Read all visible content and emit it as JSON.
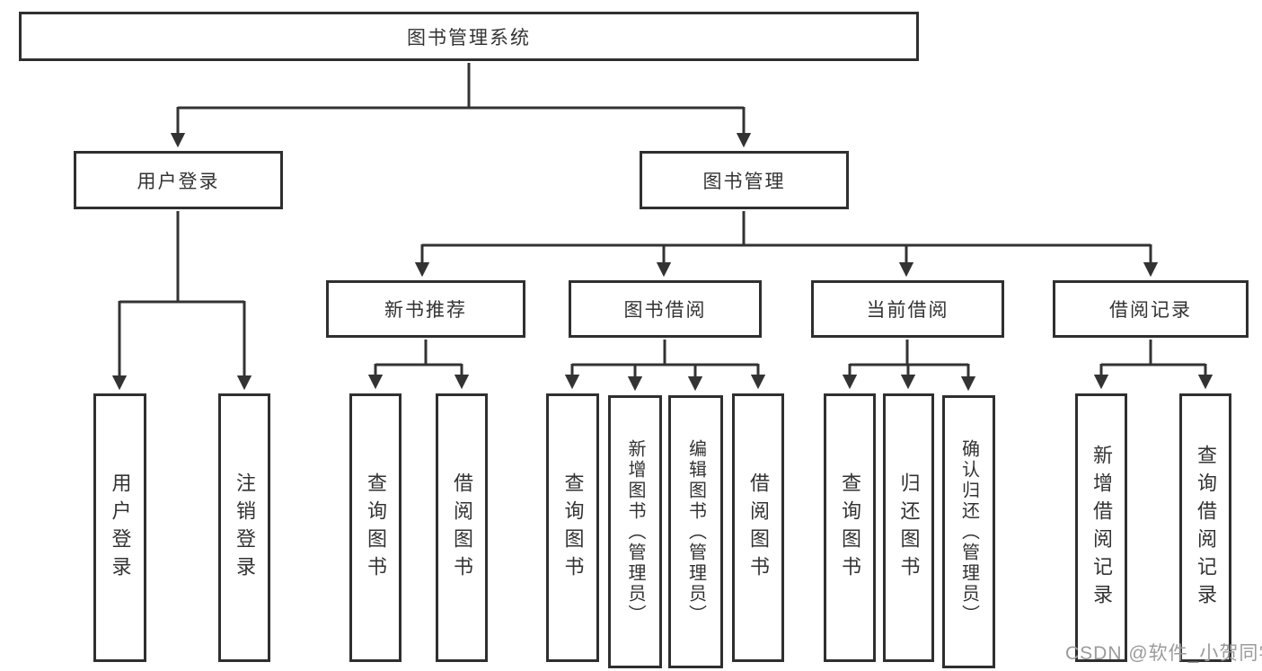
{
  "diagram_title": "图书管理系统",
  "nodes": {
    "root": {
      "label": "图书管理系统"
    },
    "user_login": {
      "label": "用户登录"
    },
    "book_mgmt": {
      "label": "图书管理"
    },
    "new_book_rec": {
      "label": "新书推荐"
    },
    "book_borrow": {
      "label": "图书借阅"
    },
    "current_borrow": {
      "label": "当前借阅"
    },
    "borrow_records": {
      "label": "借阅记录"
    },
    "leaf_user_login": {
      "label": "用户登录"
    },
    "leaf_logout": {
      "label": "注销登录"
    },
    "leaf_nbr_query": {
      "label": "查询图书"
    },
    "leaf_nbr_borrow": {
      "label": "借阅图书"
    },
    "leaf_bb_query": {
      "label": "查询图书"
    },
    "leaf_bb_add": {
      "label": "新增图书（管理员）"
    },
    "leaf_bb_edit": {
      "label": "编辑图书（管理员）"
    },
    "leaf_bb_borrow": {
      "label": "借阅图书"
    },
    "leaf_cb_query": {
      "label": "查询图书"
    },
    "leaf_cb_return": {
      "label": "归还图书"
    },
    "leaf_cb_confirm": {
      "label": "确认归还（管理员）"
    },
    "leaf_br_add": {
      "label": "新增借阅记录"
    },
    "leaf_br_query": {
      "label": "查询借阅记录"
    }
  },
  "hierarchy": {
    "图书管理系统": {
      "用户登录": [
        "用户登录",
        "注销登录"
      ],
      "图书管理": {
        "新书推荐": [
          "查询图书",
          "借阅图书"
        ],
        "图书借阅": [
          "查询图书",
          "新增图书（管理员）",
          "编辑图书（管理员）",
          "借阅图书"
        ],
        "当前借阅": [
          "查询图书",
          "归还图书",
          "确认归还（管理员）"
        ],
        "借阅记录": [
          "新增借阅记录",
          "查询借阅记录"
        ]
      }
    }
  },
  "watermark": "CSDN @软件_小贺同学",
  "colors": {
    "border": "#2f2f2f",
    "line": "#333333",
    "text": "#333333",
    "watermark": "#9b9b9b",
    "background": "#ffffff"
  }
}
